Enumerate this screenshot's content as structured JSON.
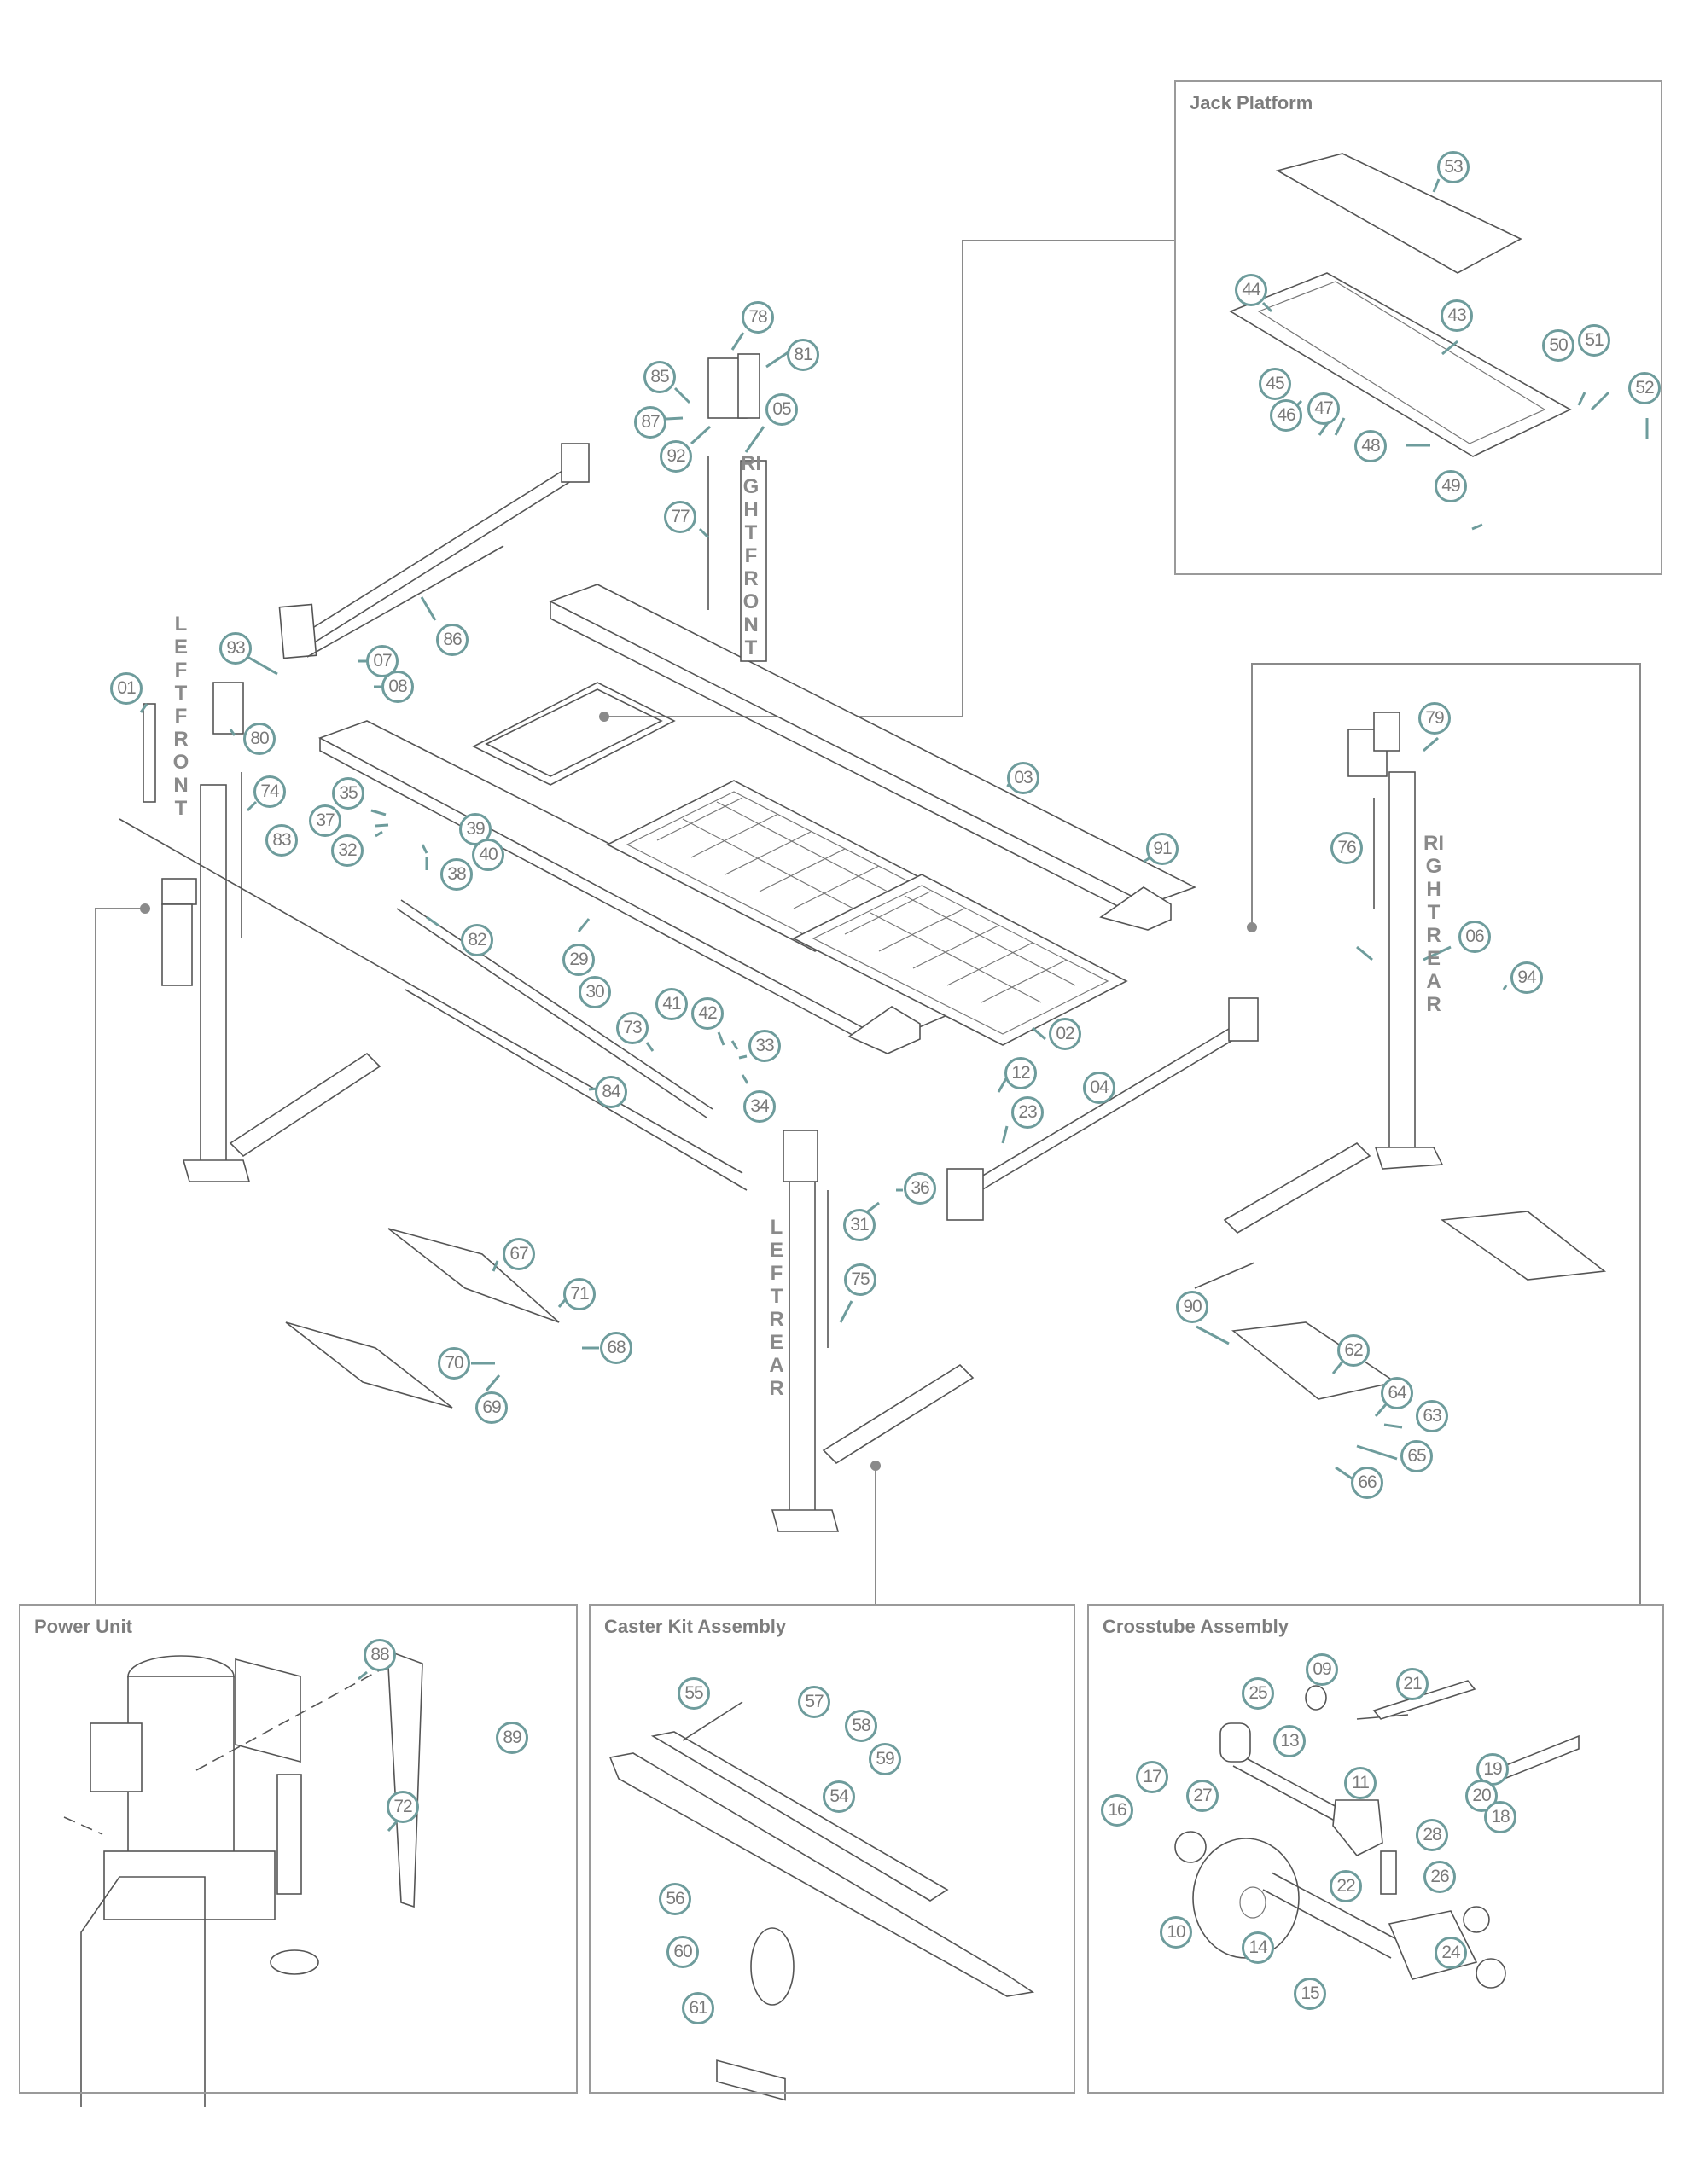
{
  "figure": {
    "type": "exploded parts diagram",
    "subject": "four-post vehicle lift"
  },
  "colors": {
    "callout_ring": "#6e9c9c",
    "callout_text": "#7a7a7a",
    "panel_border": "#9a9a9a",
    "panel_title": "#7d7d7d",
    "line_art": "#555555"
  },
  "post_labels": {
    "left_front": "LEFT FRONT",
    "right_front": "RIGHT FRONT",
    "right_rear": "RIGHT REAR",
    "left_rear": "LEFT REAR"
  },
  "panels": {
    "jack_platform": {
      "title": "Jack Platform",
      "callouts": [
        "53",
        "44",
        "43",
        "45",
        "46",
        "47",
        "50",
        "51",
        "52",
        "48",
        "49"
      ]
    },
    "power_unit": {
      "title": "Power Unit",
      "callouts": [
        "88",
        "89",
        "72"
      ]
    },
    "caster_kit": {
      "title": "Caster Kit Assembly",
      "callouts": [
        "55",
        "57",
        "58",
        "59",
        "54",
        "56",
        "60",
        "61"
      ]
    },
    "crosstube": {
      "title": "Crosstube Assembly",
      "callouts": [
        "09",
        "25",
        "21",
        "13",
        "27",
        "17",
        "16",
        "11",
        "19",
        "20",
        "18",
        "28",
        "26",
        "22",
        "10",
        "14",
        "15",
        "24"
      ]
    }
  },
  "main_callouts": [
    "78",
    "81",
    "85",
    "87",
    "92",
    "05",
    "77",
    "86",
    "93",
    "07",
    "08",
    "01",
    "80",
    "74",
    "35",
    "37",
    "32",
    "39",
    "40",
    "38",
    "83",
    "82",
    "29",
    "30",
    "73",
    "41",
    "42",
    "33",
    "34",
    "84",
    "03",
    "91",
    "02",
    "12",
    "23",
    "04",
    "36",
    "31",
    "75",
    "79",
    "76",
    "06",
    "94",
    "67",
    "71",
    "68",
    "70",
    "69",
    "90",
    "62",
    "64",
    "63",
    "65",
    "66"
  ]
}
